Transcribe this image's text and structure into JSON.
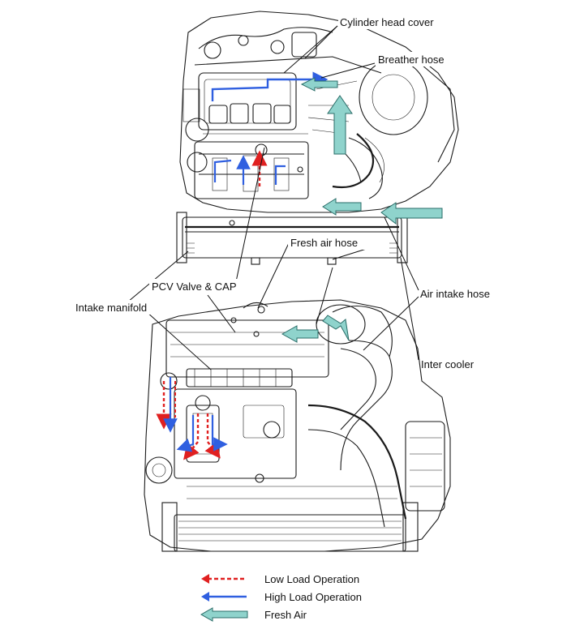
{
  "labels": {
    "cylinder_head_cover": "Cylinder head cover",
    "breather_hose": "Breather hose",
    "fresh_air_hose": "Fresh air hose",
    "pcv_valve_cap": "PCV Valve & CAP",
    "intake_manifold": "Intake manifold",
    "air_intake_hose": "Air intake hose",
    "inter_cooler": "Inter cooler"
  },
  "legend": {
    "low_load": "Low Load Operation",
    "high_load": "High Load Operation",
    "fresh_air": "Fresh Air"
  },
  "colors": {
    "low_load": "#e02020",
    "high_load": "#2f5fe0",
    "fresh_air_fill": "#8fd3cc",
    "fresh_air_stroke": "#2a6d68",
    "line_art": "#1a1a1a"
  }
}
